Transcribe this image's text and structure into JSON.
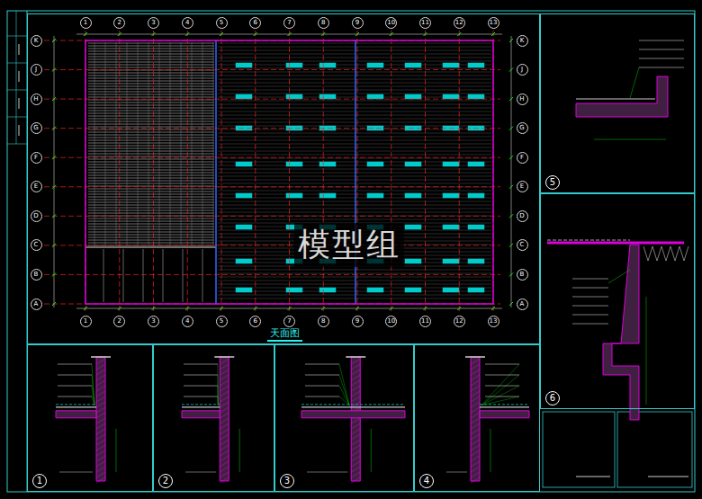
{
  "diagram": {
    "nodes": [
      {
        "text": [
          "天面图"
        ]
      },
      {
        "text": [
          "5"
        ]
      },
      {
        "text": [
          "6"
        ]
      },
      {
        "text": [
          "1"
        ]
      },
      {
        "text": [
          "2"
        ]
      },
      {
        "text": [
          "3"
        ]
      },
      {
        "text": [
          "4"
        ]
      }
    ],
    "labels": [
      "1",
      "2",
      "3",
      "4",
      "5",
      "6",
      "7",
      "8",
      "9",
      "10",
      "11",
      "12",
      "13",
      "1",
      "2",
      "3",
      "4",
      "5",
      "6",
      "7",
      "8",
      "9",
      "10",
      "11",
      "12",
      "13",
      "K",
      "J",
      "H",
      "G",
      "F",
      "E",
      "D",
      "C",
      "B",
      "A",
      "K",
      "J",
      "H",
      "G",
      "F",
      "E",
      "D",
      "C",
      "B",
      "A",
      "模型组"
    ]
  }
}
